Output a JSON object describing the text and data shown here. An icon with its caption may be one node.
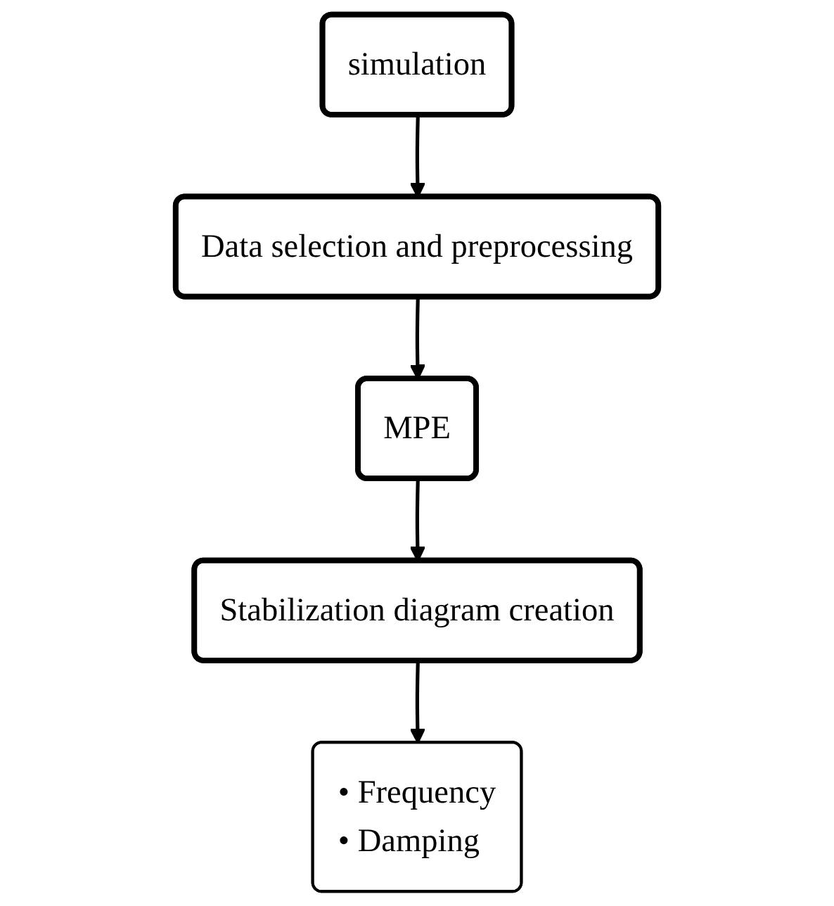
{
  "diagram": {
    "nodes": [
      {
        "text": [
          "simulation"
        ]
      },
      {
        "text": [
          "Data selection and preprocessing"
        ]
      },
      {
        "text": [
          "MPE"
        ]
      },
      {
        "text": [
          "Stabilization diagram creation"
        ]
      },
      {
        "text": [
          "• Frequency",
          "• Damping"
        ]
      }
    ],
    "edges": [
      {
        "from": 0,
        "to": 1,
        "arrow": "to"
      },
      {
        "from": 1,
        "to": 2,
        "arrow": "to"
      },
      {
        "from": 2,
        "to": 3,
        "arrow": "to"
      },
      {
        "from": 3,
        "to": 4,
        "arrow": "to"
      }
    ]
  }
}
